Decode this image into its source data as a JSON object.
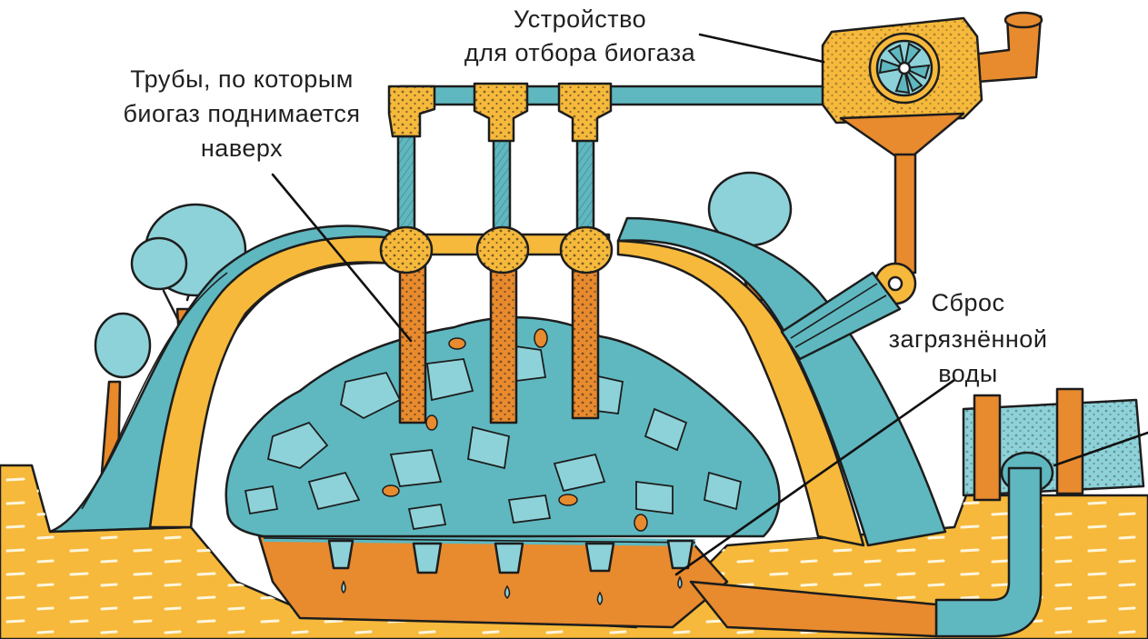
{
  "labels": {
    "biogas_collector": [
      "Устройство",
      "для отбора биогаза"
    ],
    "pipes": [
      "Трубы, по которым",
      "биогаз поднимается",
      "наверх"
    ],
    "wastewater": [
      "Сброс",
      "загрязнённой",
      "воды"
    ]
  },
  "colors": {
    "ground": "#f6b93b",
    "ground_dark": "#e8892a",
    "teal": "#5fb8c0",
    "teal_light": "#8ed2d9",
    "orange_pipe": "#e88a2e",
    "ink": "#1d1d1d"
  }
}
